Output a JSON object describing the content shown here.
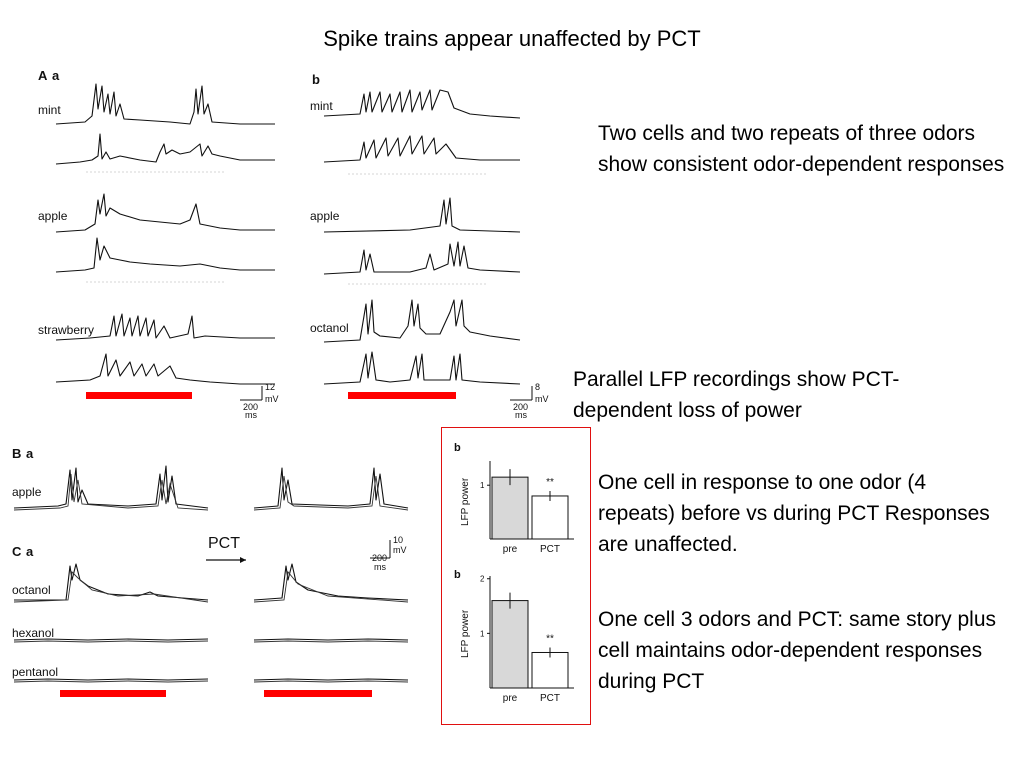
{
  "slide": {
    "title": "Spike trains appear unaffected by PCT",
    "notes": [
      "Two cells and two repeats of three odors show consistent odor-dependent responses",
      "Parallel LFP recordings show PCT-dependent loss of power",
      "One cell in response to one odor (4 repeats) before vs during PCT Responses are unaffected.",
      "One cell 3 odors and PCT: same story plus cell maintains odor-dependent responses during PCT"
    ]
  },
  "figure_A": {
    "panel_A": "A",
    "sub_a": "a",
    "sub_b": "b",
    "left_odors": [
      "mint",
      "apple",
      "strawberry"
    ],
    "right_odors": [
      "mint",
      "apple",
      "octanol"
    ],
    "left_scale": {
      "v": "12",
      "v_unit": "mV",
      "t": "200",
      "t_unit": "ms"
    },
    "right_scale": {
      "v": "8",
      "v_unit": "mV",
      "t": "200",
      "t_unit": "ms"
    }
  },
  "figure_B": {
    "panel_B": "B",
    "sub_a": "a",
    "odor": "apple",
    "arrow_label": "PCT",
    "scale": {
      "v": "10",
      "v_unit": "mV",
      "t": "200",
      "t_unit": "ms"
    }
  },
  "figure_C": {
    "panel_C": "C",
    "sub_a": "a",
    "odors": [
      "octanol",
      "hexanol",
      "pentanol"
    ]
  },
  "lfp_charts": {
    "colors": {
      "border": "#e01010",
      "stimulus": "#ff0000"
    }
  },
  "chart_data": [
    {
      "type": "bar",
      "panel": "b",
      "categories": [
        "pre",
        "PCT"
      ],
      "values": [
        1.15,
        0.8
      ],
      "ylabel": "LFP power",
      "yticks": [
        "1"
      ],
      "ylim": [
        0,
        1.45
      ],
      "significance": "**"
    },
    {
      "type": "bar",
      "panel": "b",
      "categories": [
        "pre",
        "PCT"
      ],
      "values": [
        1.6,
        0.65
      ],
      "ylabel": "LFP power",
      "yticks": [
        "1",
        "2"
      ],
      "ylim": [
        0,
        2.05
      ],
      "significance": "**"
    }
  ]
}
